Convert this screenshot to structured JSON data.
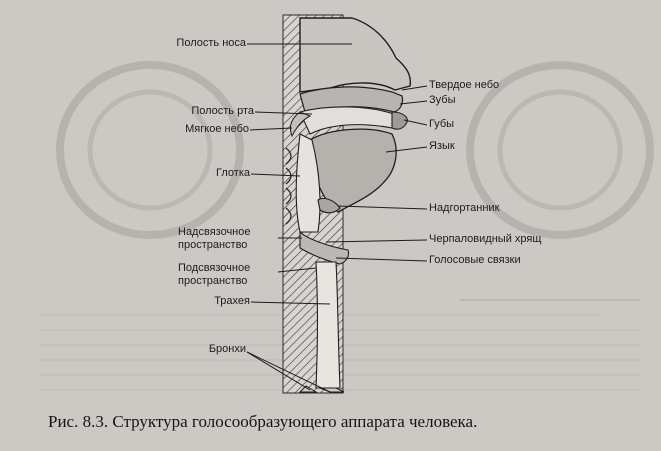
{
  "labels": {
    "nasal_cavity": "Полость носа",
    "hard_palate": "Твердое небо",
    "teeth": "Зубы",
    "oral_cavity": "Полость рта",
    "lips": "Губы",
    "soft_palate": "Мягкое небо",
    "tongue": "Язык",
    "pharynx": "Глотка",
    "epiglottis": "Надгортанник",
    "supraglottic_line1": "Надсвязочное",
    "supraglottic_line2": "пространство",
    "arytenoid": "Черпаловидный хрящ",
    "vocal_folds": "Голосовые связки",
    "subglottic_line1": "Подсвязочное",
    "subglottic_line2": "пространство",
    "trachea": "Трахея",
    "bronchi": "Бронхи"
  },
  "caption": {
    "prefix": "Рис. 8.3.",
    "text": "Структура голосообразующего аппарата человека."
  }
}
